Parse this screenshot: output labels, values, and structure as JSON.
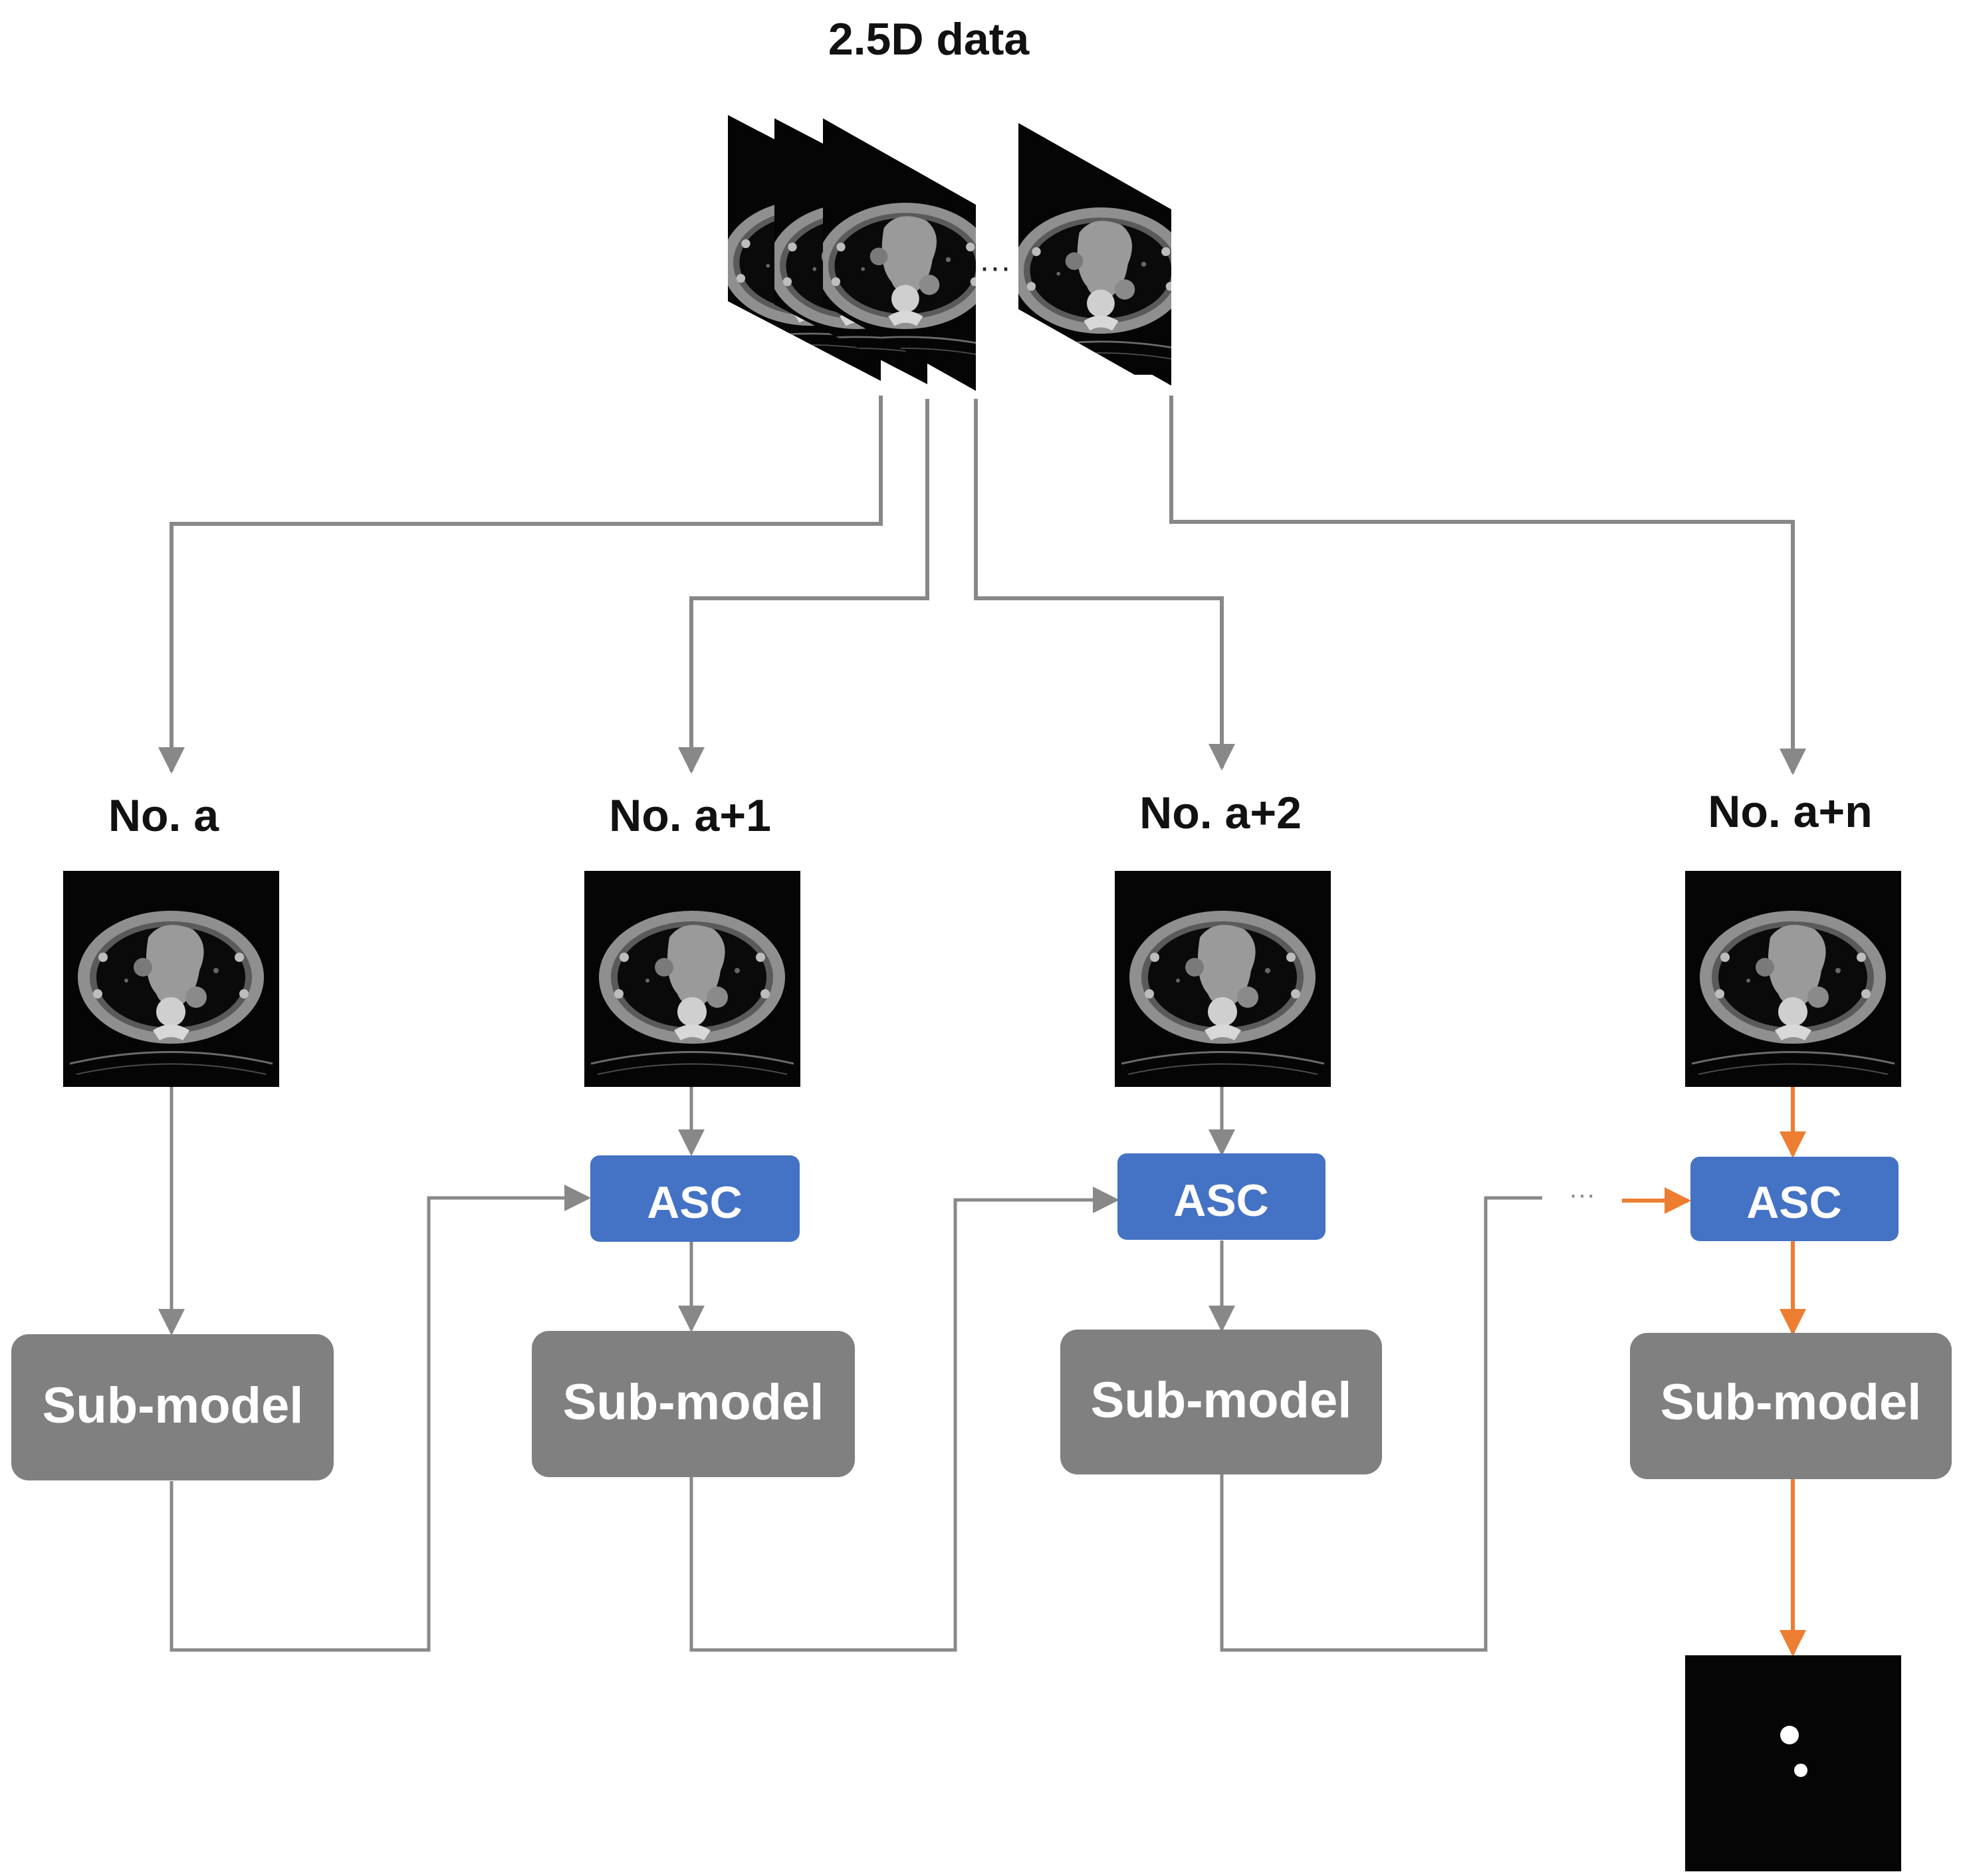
{
  "title": "2.5D data",
  "stack_ellipsis": "···",
  "slices": [
    {
      "label": "No. a"
    },
    {
      "label": "No. a+1"
    },
    {
      "label": "No. a+2"
    },
    {
      "label": "No. a+n"
    }
  ],
  "asc_label": "ASC",
  "submodel_label": "Sub-model",
  "chain_ellipsis": "···",
  "colors": {
    "connector": "#888888",
    "asc_fill": "#4472c4",
    "submodel_fill": "#808080",
    "active_path": "#ed7d31",
    "image_bg": "#050505"
  }
}
